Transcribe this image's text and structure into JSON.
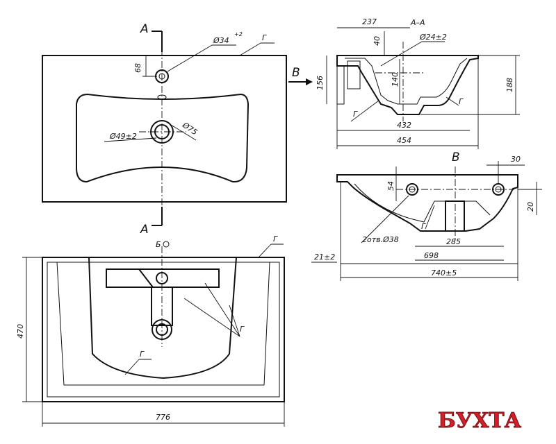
{
  "top_view": {
    "section_mark_top": "A",
    "section_mark_bottom": "A",
    "dim_hole_diameter": "Ø34",
    "dim_hole_tolerance": "+2",
    "dim_hole_offset": "68",
    "dim_drain_diameter": "Ø49±2",
    "dim_drain_outer": "Ø75",
    "label_g": "Г"
  },
  "section_aa": {
    "title": "A–A",
    "dim_depth_top": "237",
    "dim_40": "40",
    "dim_drain": "Ø24±2",
    "dim_156": "156",
    "dim_140": "140",
    "dim_188": "188",
    "dim_432": "432",
    "dim_454": "454",
    "label_g_left": "Г",
    "label_g_right": "Г",
    "arrow_view": "B"
  },
  "view_b": {
    "title": "B",
    "dim_30": "30",
    "dim_54": "54",
    "dim_20": "20",
    "dim_holes": "2отв.Ø38",
    "dim_285": "285",
    "dim_698": "698",
    "dim_21": "21±2",
    "dim_740": "740±5",
    "label_g": "Г"
  },
  "bottom_view": {
    "title": "Б",
    "dim_470": "470",
    "dim_776": "776",
    "label_g_top": "Г",
    "label_g_mid": "Г",
    "label_g_low": "Г"
  },
  "logo": {
    "text": "БУХТА",
    "color": "#d0212b"
  }
}
